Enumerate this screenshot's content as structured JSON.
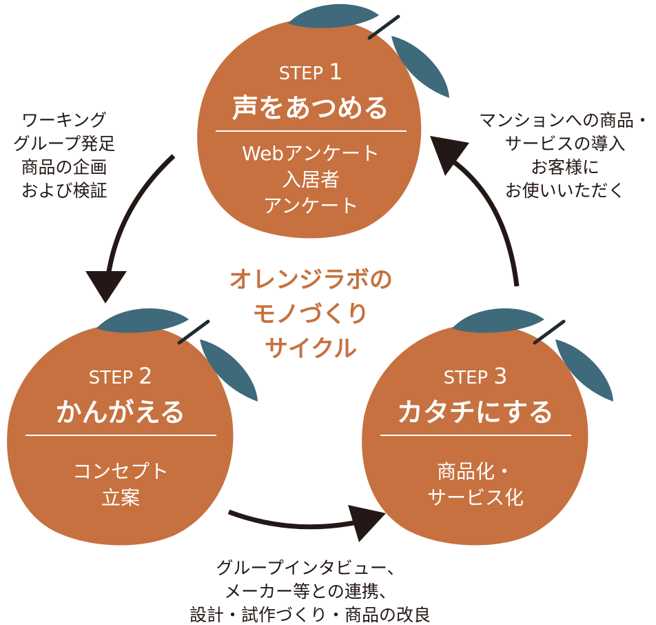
{
  "center_title": [
    "オレンジラボの",
    "モノづくり",
    "サイクル"
  ],
  "steps": [
    {
      "step_label": "STEP",
      "step_number": "1",
      "title": "声をあつめる",
      "details": [
        "Webアンケート",
        "入居者",
        "アンケート"
      ]
    },
    {
      "step_label": "STEP",
      "step_number": "2",
      "title": "かんがえる",
      "details": [
        "コンセプト",
        "立案"
      ]
    },
    {
      "step_label": "STEP",
      "step_number": "3",
      "title": "カタチにする",
      "details": [
        "商品化・",
        "サービス化"
      ]
    }
  ],
  "transitions": {
    "step1_to_step2": [
      "ワーキング",
      "グループ発足",
      "商品の企画",
      "および検証"
    ],
    "step2_to_step3": [
      "グループインタビュー、",
      "メーカー等との連携、",
      "設計・試作づくり・商品の改良"
    ],
    "step3_to_step1": [
      "マンションへの商品・",
      "サービスの導入",
      "お客様に",
      "お使いいただく"
    ]
  },
  "colors": {
    "orange": "#c6713f",
    "leaf": "#3e6a7b",
    "stem": "#1e2b30",
    "arrow": "#231815",
    "text": "#231815"
  }
}
